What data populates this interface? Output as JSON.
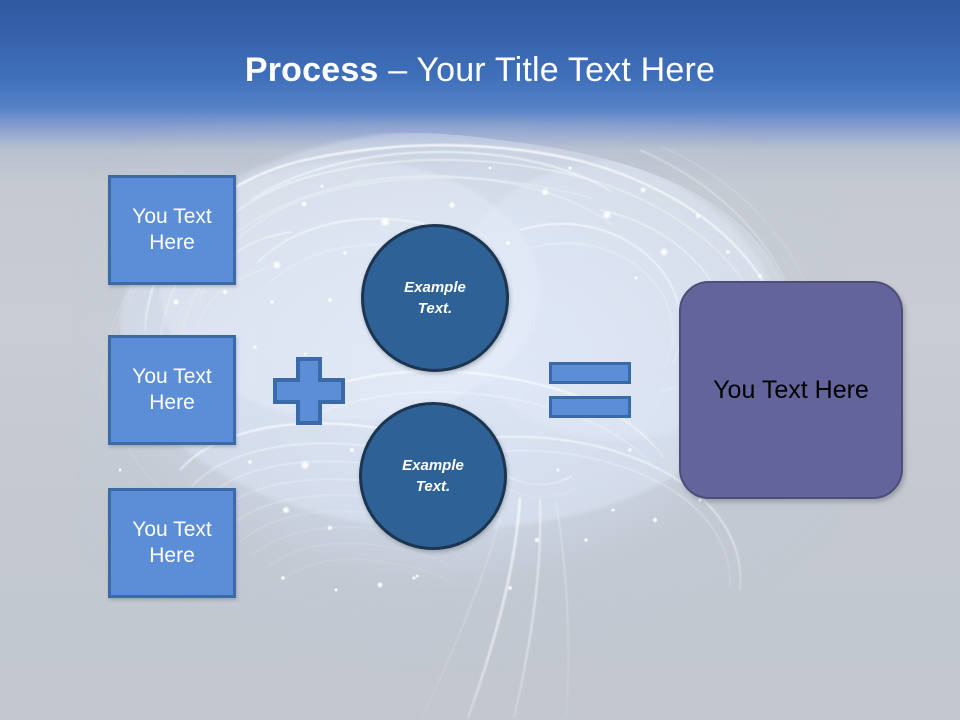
{
  "slide": {
    "title": {
      "strong": "Process",
      "rest": " – Your Title Text Here"
    },
    "background": {
      "image_name": "neural-brain-background",
      "top_color": "#2f5ba2",
      "bottom_color": "#c2c7d0"
    },
    "input_boxes": [
      {
        "label": "You Text Here",
        "fill": "#5b8ed6",
        "border": "#3a6ba8"
      },
      {
        "label": "You Text Here",
        "fill": "#5b8ed6",
        "border": "#3a6ba8"
      },
      {
        "label": "You Text Here",
        "fill": "#5b8ed6",
        "border": "#3a6ba8"
      }
    ],
    "operators": {
      "plus": "+",
      "equals": "="
    },
    "circles": [
      {
        "line1": "Example",
        "line2": "Text.",
        "fill": "#2e6195",
        "border": "#1c3550"
      },
      {
        "line1": "Example",
        "line2": "Text.",
        "fill": "#2e6195",
        "border": "#1c3550"
      }
    ],
    "result_box": {
      "label": "You Text Here",
      "fill": "#64649c",
      "border": "#4e4e79"
    }
  }
}
